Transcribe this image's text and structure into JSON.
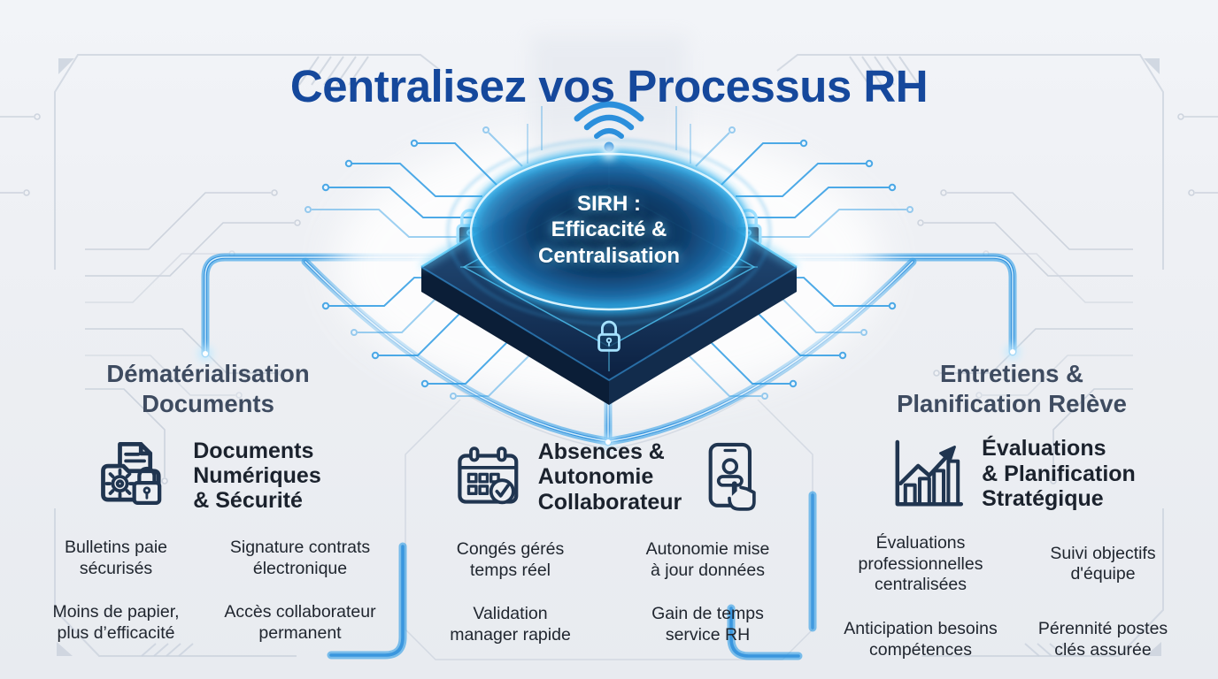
{
  "title": "Centralisez vos Processus RH",
  "chip": {
    "label": "SIRH :\nEfficacité &\nCentralisation",
    "icons": [
      "wifi-icon",
      "padlock-icon",
      "padlock-icon",
      "padlock-icon"
    ]
  },
  "colors": {
    "title_blue": "#15489c",
    "heading_slate": "#3e4b60",
    "body_text": "#20262f",
    "glow_cyan": "#45c0f0",
    "line_blue": "#2f8fdc",
    "chip_navy": "#10294a",
    "background": "#edeff3"
  },
  "columns": [
    {
      "id": "dematerialisation",
      "heading": "Dématérialisation\nDocuments",
      "icon": "folder-document-lock-icon",
      "subtitle": "Documents\nNumériques\n& Sécurité",
      "bullets": [
        "Bulletins paie\nsécurisés",
        "Signature contrats\nélectronique",
        "Moins de papier,\nplus d’efficacité",
        "Accès collaborateur\npermanent"
      ]
    },
    {
      "id": "absences-autonomie",
      "heading": "",
      "icon": "calendar-check-icon",
      "icon_right": "tablet-touch-icon",
      "subtitle": "Absences &\nAutonomie\nCollaborateur",
      "bullets": [
        "Congés gérés\ntemps réel",
        "Autonomie mise\nà jour données",
        "Validation\nmanager rapide",
        "Gain de temps\nservice RH"
      ]
    },
    {
      "id": "entretiens-releve",
      "heading": "Entretiens &\nPlanification Relève",
      "icon": "growth-chart-icon",
      "subtitle": "Évaluations\n& Planification\nStratégique",
      "bullets": [
        "Évaluations\nprofessionnelles\ncentralisées",
        "Suivi objectifs\nd'équipe",
        "Anticipation besoins\ncompétences",
        "Pérennité postes\nclés assurée"
      ]
    }
  ]
}
